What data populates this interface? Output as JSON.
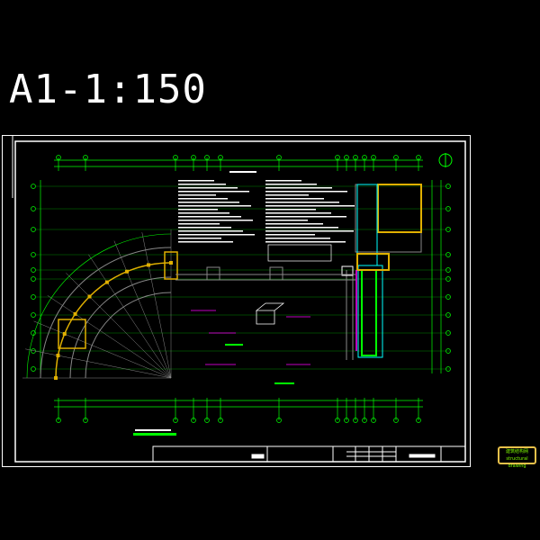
{
  "title": "A1-1:150",
  "stamp": {
    "line1": "建筑结构网",
    "line2": "structural drawing"
  },
  "colors": {
    "background": "#000000",
    "frame": "#ffffff",
    "grid": "#00ff00",
    "wall": "#808080",
    "beam": "#e0b000",
    "highlight": "#ff00ff",
    "cyan": "#00ffff"
  }
}
